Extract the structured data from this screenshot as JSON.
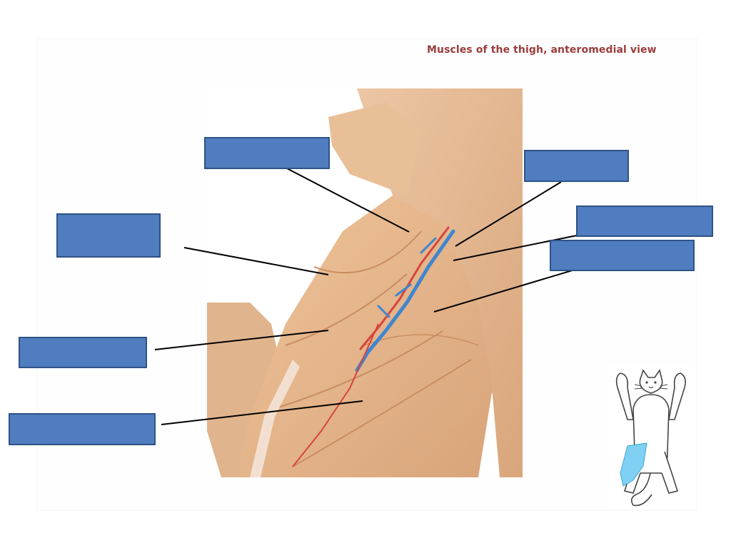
{
  "title": "Muscles of the thigh, anteromedial view",
  "colors": {
    "title": "#9b3b3b",
    "label_box_fill": "#4f7dbf",
    "label_box_border": "#2f5386",
    "leader_line": "#000000",
    "muscle": "#e2b184",
    "artery": "#d6453e",
    "vein": "#3e86d0",
    "highlight": "#7fd0f2"
  },
  "labels": [
    {
      "id": "label-1",
      "text": ""
    },
    {
      "id": "label-2",
      "text": ""
    },
    {
      "id": "label-3",
      "text": ""
    },
    {
      "id": "label-4",
      "text": ""
    },
    {
      "id": "label-5",
      "text": ""
    },
    {
      "id": "label-6",
      "text": ""
    },
    {
      "id": "label-7",
      "text": ""
    }
  ],
  "orientation_figure": {
    "icon": "cat-orientation-icon",
    "highlighted_region": "left thigh"
  }
}
